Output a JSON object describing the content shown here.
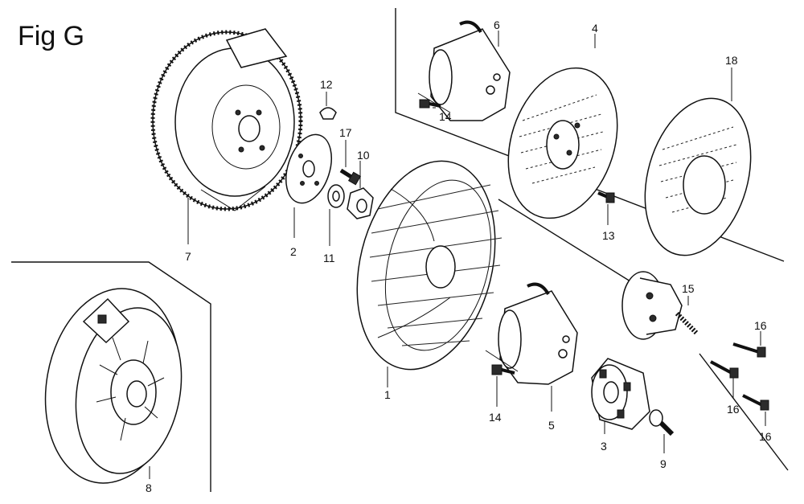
{
  "figure": {
    "title": "Fig G"
  },
  "callouts": {
    "c1": "1",
    "c2": "2",
    "c3": "3",
    "c4": "4",
    "c5": "5",
    "c6": "6",
    "c7": "7",
    "c8": "8",
    "c9": "9",
    "c10": "10",
    "c11": "11",
    "c12": "12",
    "c13": "13",
    "c14a": "14",
    "c14b": "14",
    "c15": "15",
    "c16a": "16",
    "c16b": "16",
    "c16c": "16",
    "c17": "17",
    "c18": "18"
  }
}
